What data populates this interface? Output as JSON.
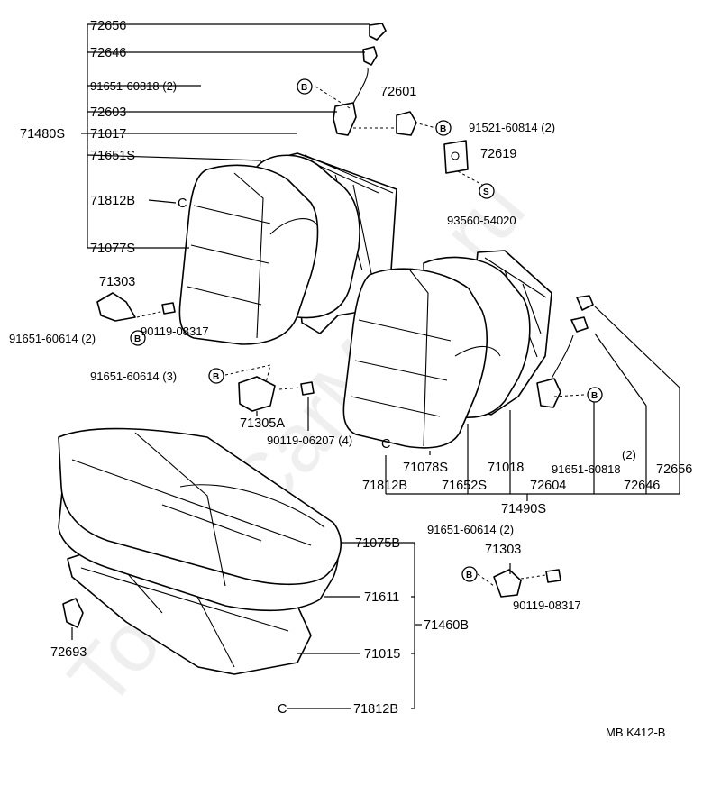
{
  "watermark": "ToyotaCarMine.ru",
  "footer": "MB  K412-B",
  "callouts": {
    "p72656_top": "72656",
    "p72646_top": "72646",
    "p91651_60818_left": "91651-60818 (2)",
    "p72603": "72603",
    "p71480S": "71480S",
    "p71017": "71017",
    "p71651S": "71651S",
    "p71812B_a": "71812B",
    "p71077S": "71077S",
    "p71303_left": "71303",
    "p91651_60614_2_left": "91651-60614 (2)",
    "p90119_08317_left": "90119-08317",
    "p91651_60614_3": "91651-60614 (3)",
    "p71305A": "71305A",
    "p90119_06207": "90119-06207 (4)",
    "p72601": "72601",
    "p91521_60814": "91521-60814 (2)",
    "p72619": "72619",
    "p93560_54020": "93560-54020",
    "p71078S": "71078S",
    "p71018": "71018",
    "p91651_60818_right": "91651-60818",
    "p91651_60818_right_qty": "(2)",
    "p72656_right": "72656",
    "p71812B_b": "71812B",
    "p71652S": "71652S",
    "p72604": "72604",
    "p72646_right": "72646",
    "p71490S": "71490S",
    "p91651_60614_2_right": "91651-60614 (2)",
    "p71303_right": "71303",
    "p90119_08317_right": "90119-08317",
    "p71075B": "71075B",
    "p71611": "71611",
    "p71460B": "71460B",
    "p71015": "71015",
    "p72693": "72693",
    "p71812B_c": "71812B"
  },
  "badges": {
    "b": "B",
    "s": "S",
    "c": "C"
  }
}
